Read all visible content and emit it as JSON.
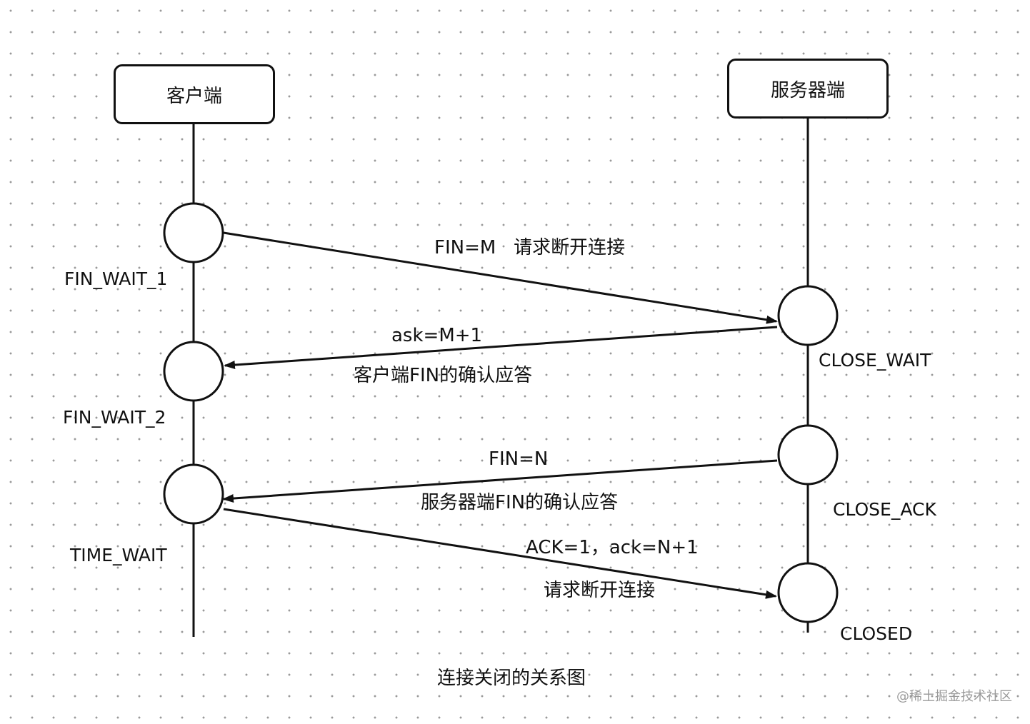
{
  "actors": {
    "client": "客户端",
    "server": "服务器端"
  },
  "states": {
    "fin_wait_1": "FIN_WAIT_1",
    "fin_wait_2": "FIN_WAIT_2",
    "time_wait": "TIME_WAIT",
    "close_wait": "CLOSE_WAIT",
    "close_ack": "CLOSE_ACK",
    "closed": "CLOSED"
  },
  "messages": {
    "m1": "FIN=M   请求断开连接",
    "m2_top": "ask=M+1",
    "m2_bottom": "客户端FIN的确认应答",
    "m3_top": "FIN=N",
    "m3_bottom": "服务器端FIN的确认应答",
    "m4_top": "ACK=1，ack=N+1",
    "m4_bottom": "请求断开连接"
  },
  "caption": "连接关闭的关系图",
  "watermark": "@稀土掘金技术社区",
  "colors": {
    "line": "#111111",
    "dots": "#9a9a9a",
    "watermark": "#9a9a9a"
  }
}
